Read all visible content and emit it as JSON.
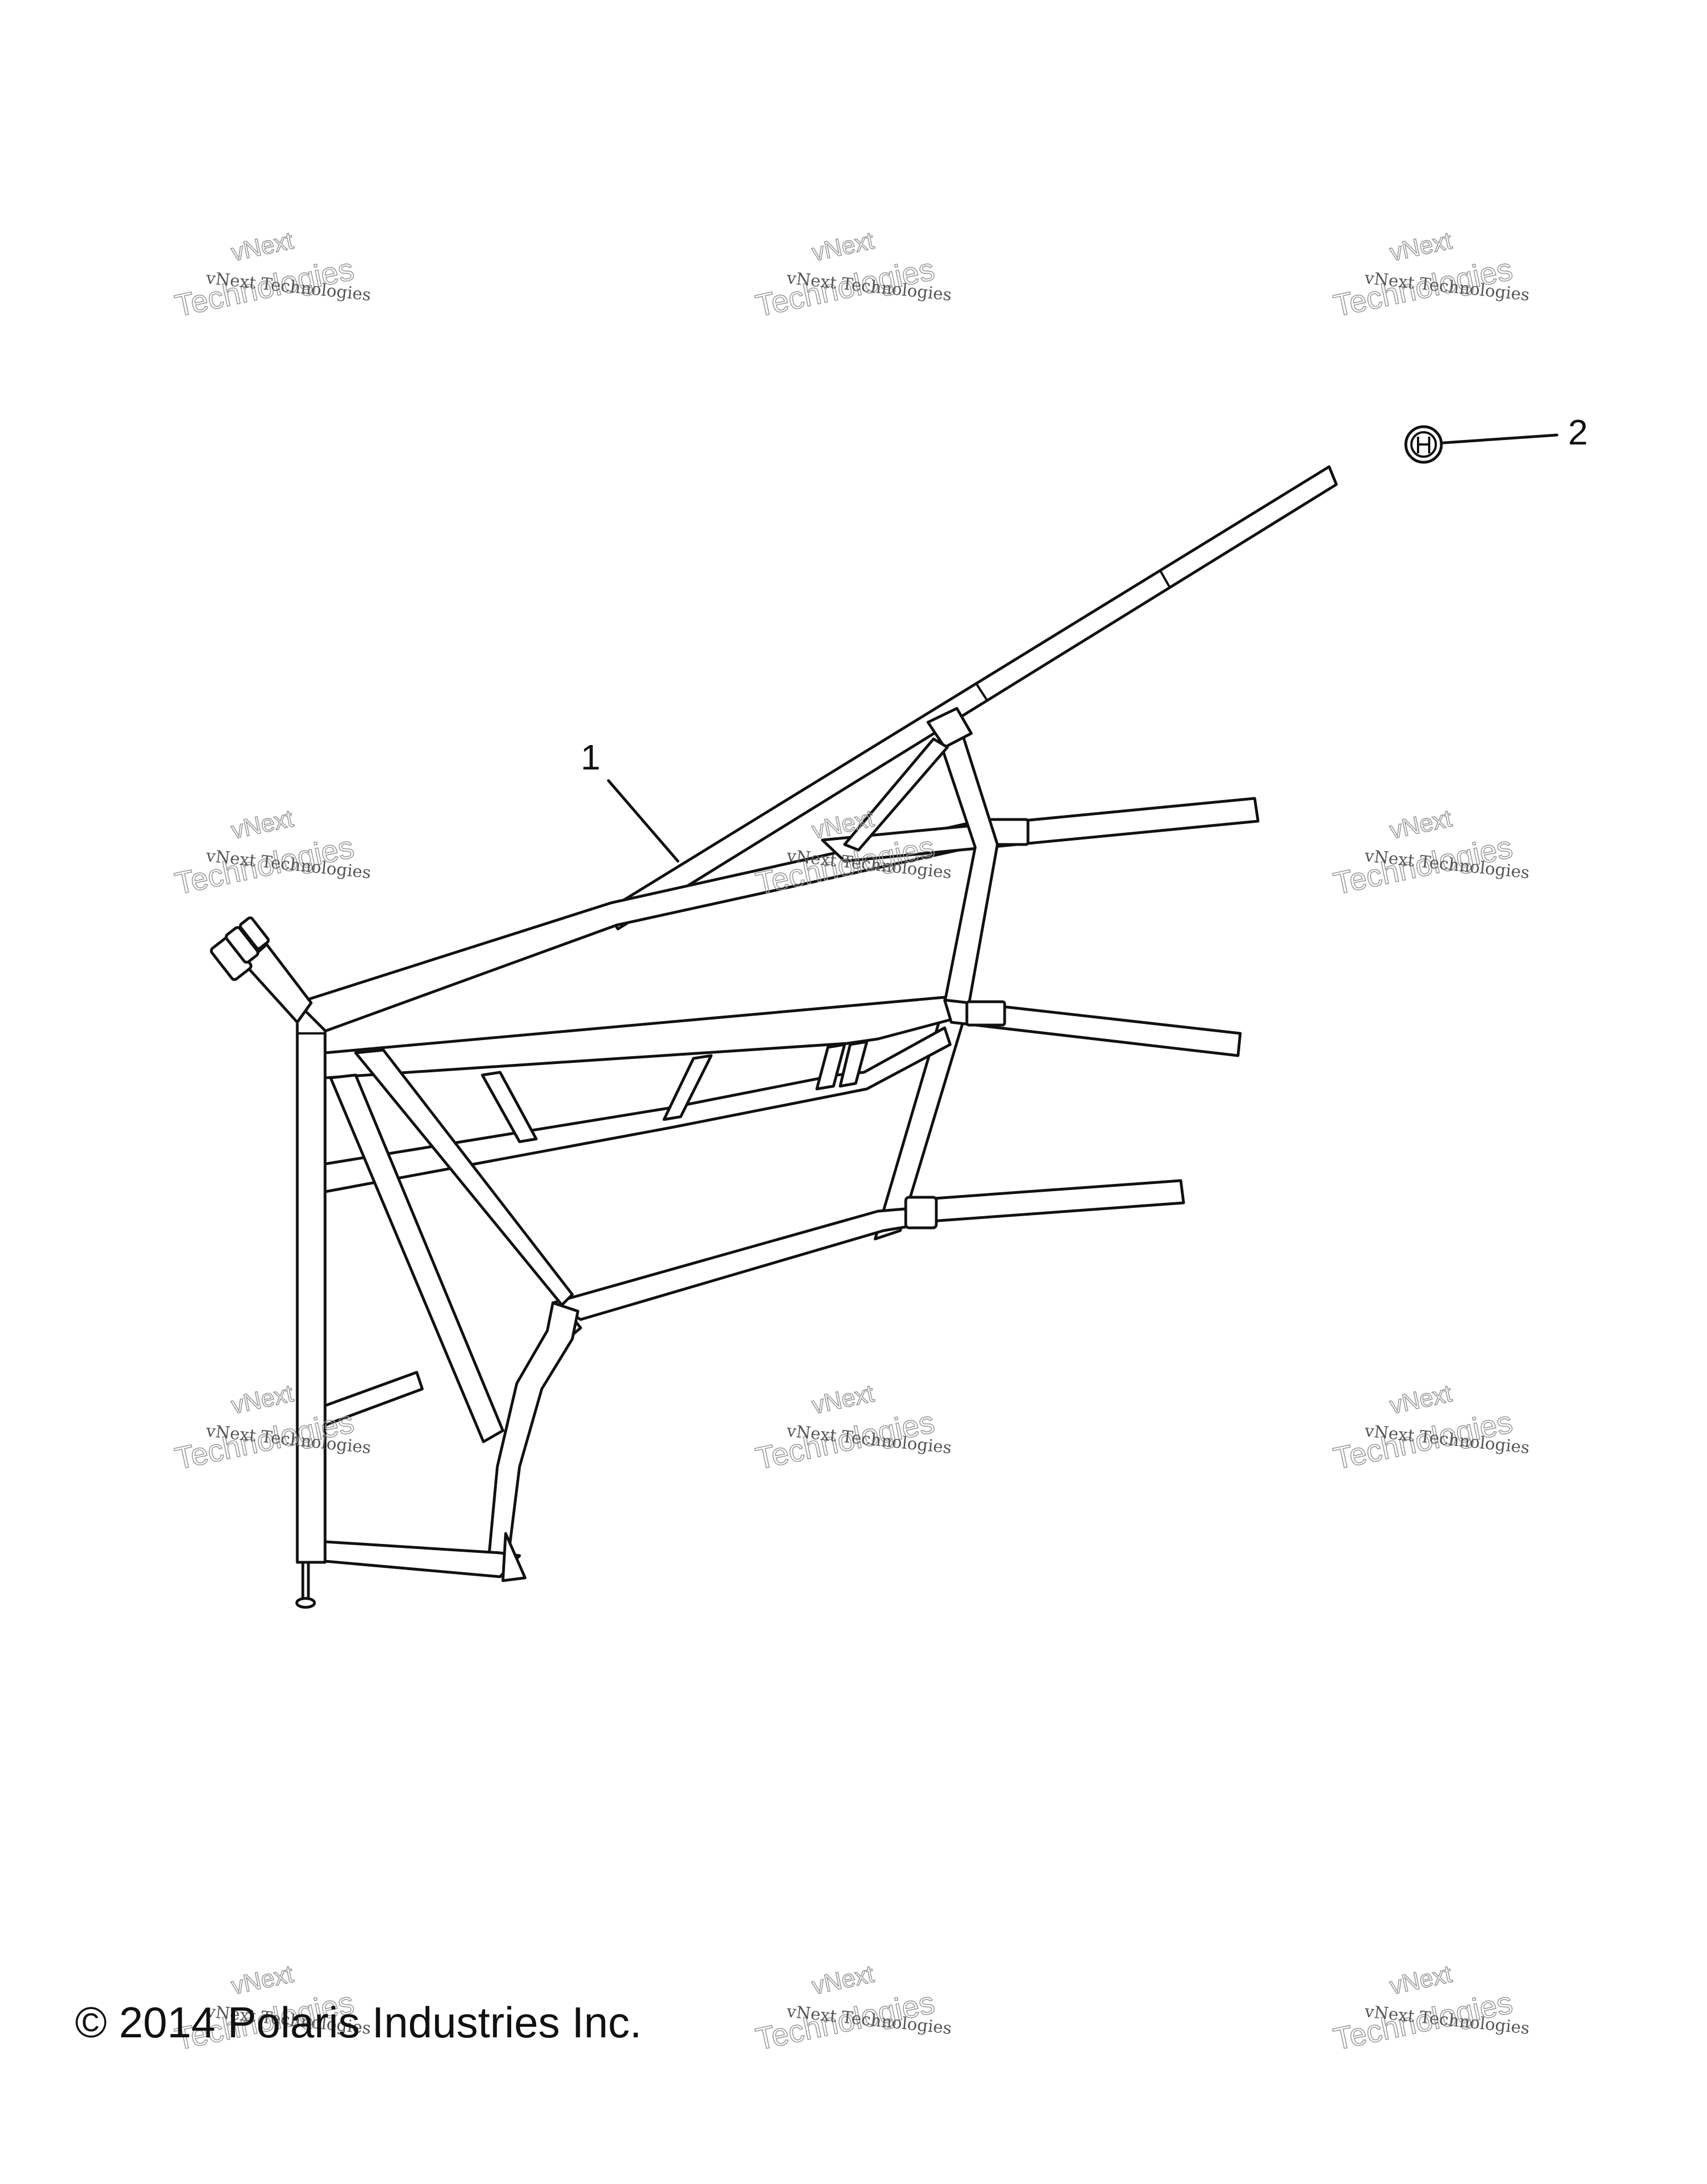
{
  "callouts": [
    {
      "label": "1"
    },
    {
      "label": "2"
    }
  ],
  "watermark": {
    "line1": "vNext Technologies",
    "line2": "vNext",
    "line3": "Technologies"
  },
  "copyright": "© 2014 Polaris Industries Inc."
}
